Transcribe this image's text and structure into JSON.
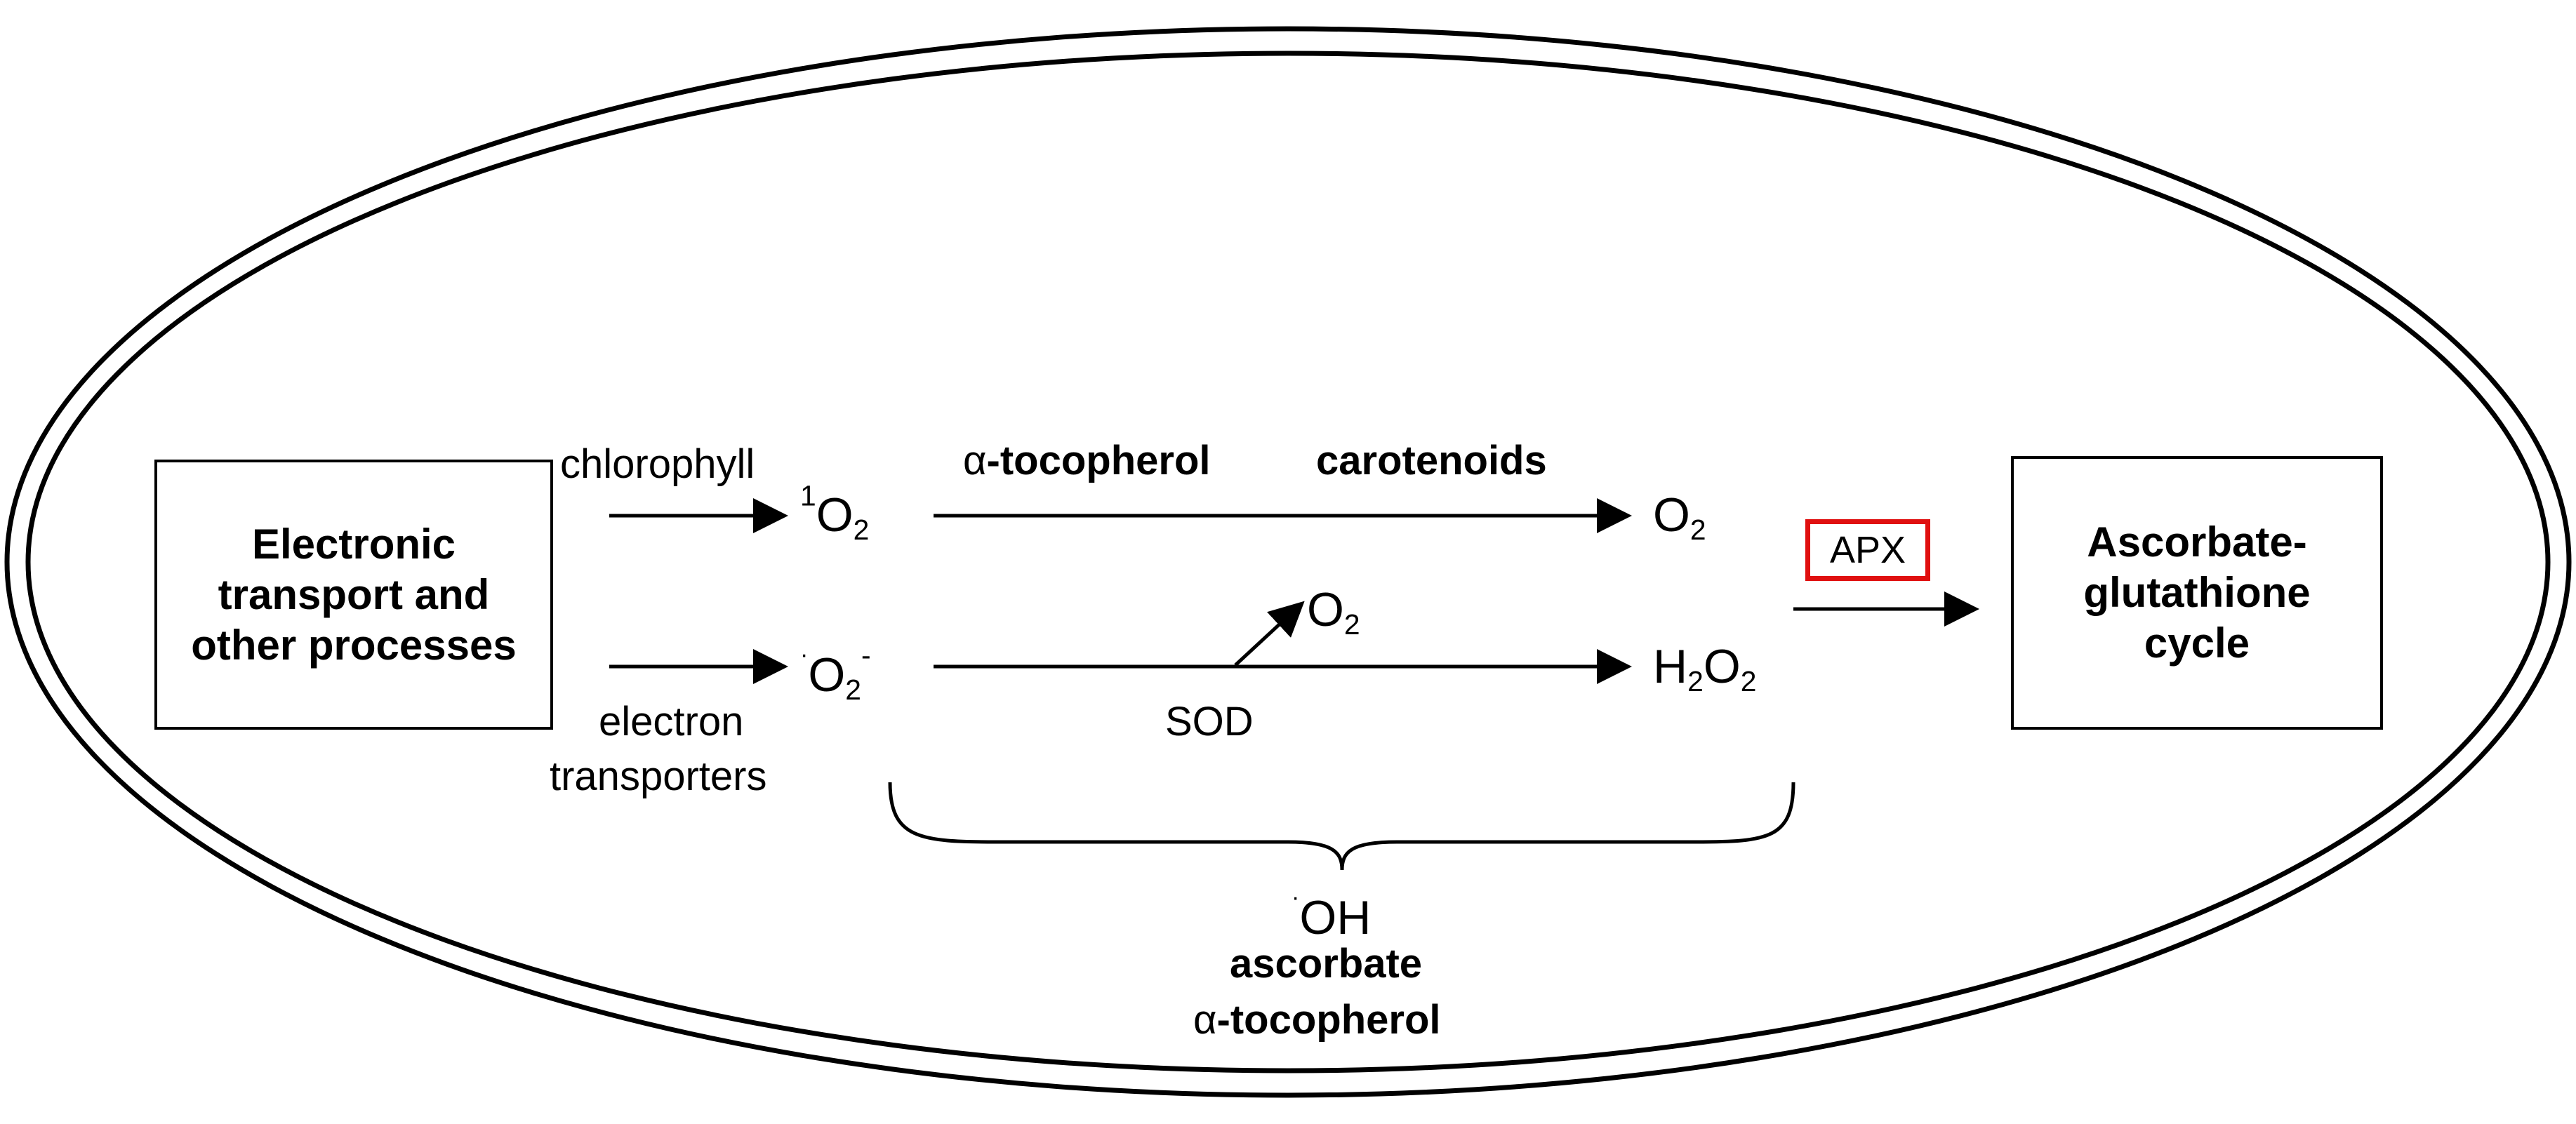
{
  "nodes": {
    "source_box": [
      "Electronic",
      "transport and",
      "other processes"
    ],
    "cycle_box": [
      "Ascorbate-",
      "glutathione",
      "cycle"
    ]
  },
  "labels": {
    "chlorophyll": "chlorophyll",
    "electron_transporters": [
      "electron",
      "transporters"
    ],
    "alpha": "α",
    "tocopherol": "-tocopherol",
    "carotenoids": "carotenoids",
    "sod": "SOD",
    "apx": "APX",
    "ascorbate": "ascorbate"
  },
  "species": {
    "singlet_o2_pre": "1",
    "o2_base": "O",
    "two": "2",
    "superoxide_dot": "·",
    "superoxide_minus": "-",
    "h2o2_h": "H",
    "h2o2_o": "O",
    "hydroxyl_dot": "·",
    "hydroxyl": "OH"
  },
  "colors": {
    "stroke": "#000000",
    "apx_border": "#e01010"
  }
}
